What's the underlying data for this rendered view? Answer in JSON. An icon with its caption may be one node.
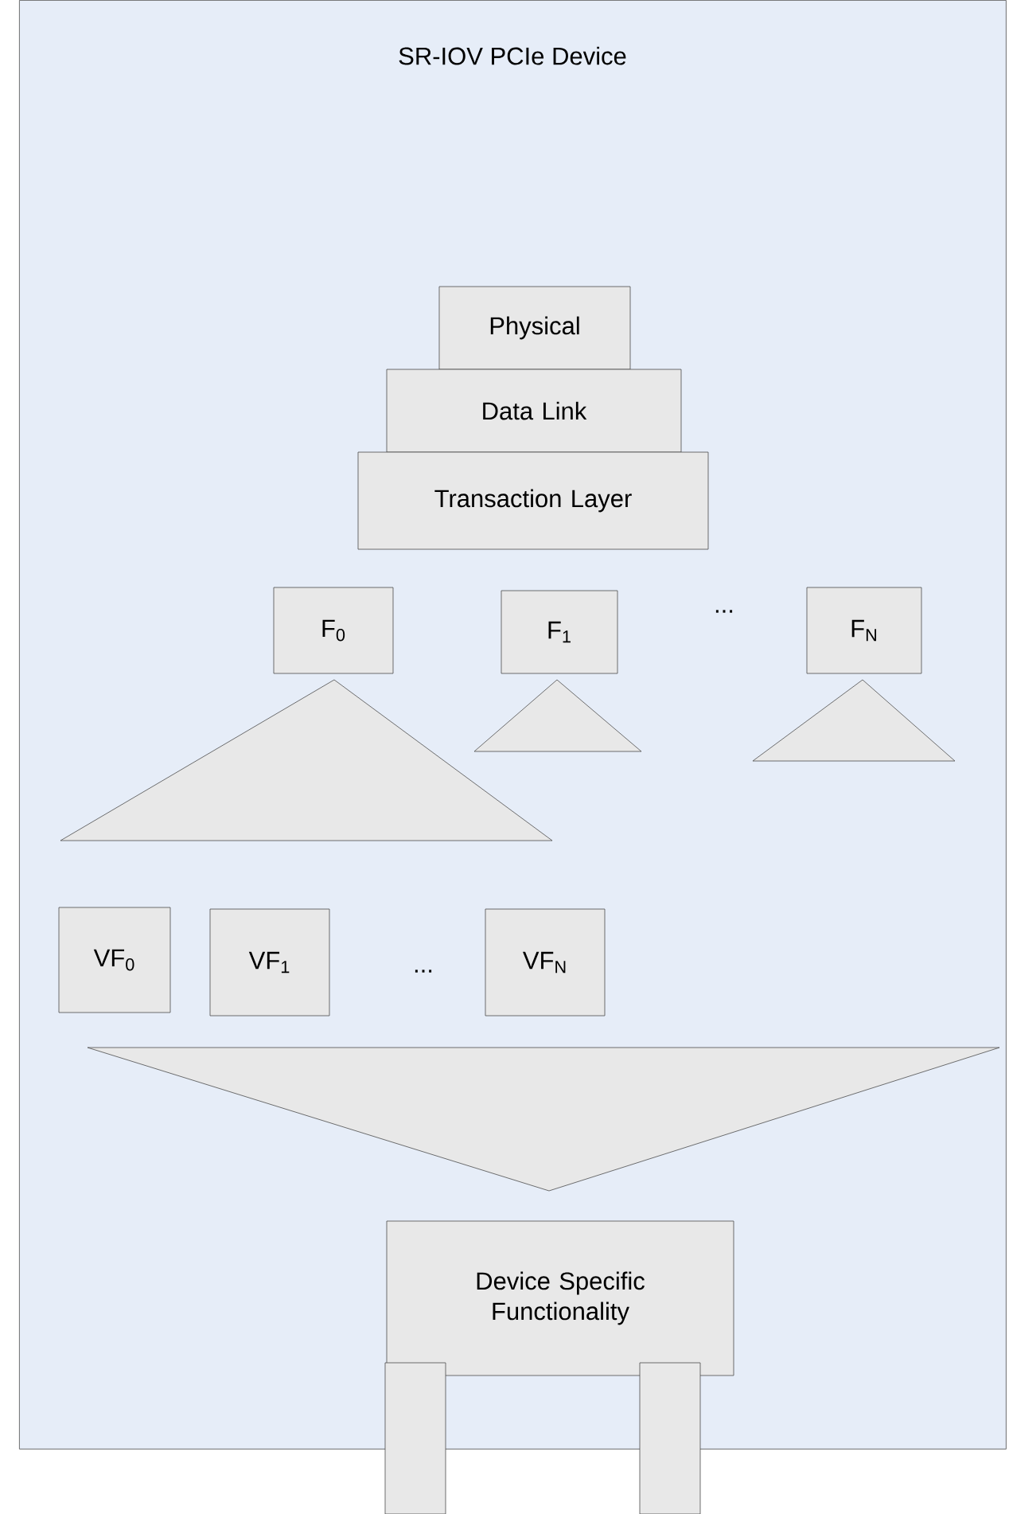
{
  "diagram": {
    "nodes": [
      {
        "text": [
          "SR-IOV PCIe Device"
        ]
      },
      {
        "text": [
          "Physical"
        ],
        "in": 0
      },
      {
        "text": [
          "Data Link"
        ],
        "in": 0
      },
      {
        "text": [
          "Transaction Layer"
        ],
        "in": 0
      },
      {
        "text": [
          "F$_{0}$"
        ],
        "in": 0
      },
      {
        "text": [
          "F$_{1}$"
        ],
        "in": 0
      },
      {
        "text": [
          "F$_{N}$"
        ],
        "in": 0
      },
      {
        "text": [],
        "shape": "triangle",
        "in": 0
      },
      {
        "text": [],
        "shape": "triangle",
        "in": 0
      },
      {
        "text": [],
        "shape": "triangle",
        "in": 0
      },
      {
        "text": [
          "VF$_{0}$"
        ],
        "in": 0
      },
      {
        "text": [
          "VF$_{1}$"
        ],
        "in": 0
      },
      {
        "text": [
          "VF$_{N}$"
        ],
        "in": 0
      },
      {
        "text": [],
        "shape": "triangle",
        "in": 0
      },
      {
        "text": [
          "Device Specific Functionality"
        ],
        "in": 0
      },
      {
        "text": [],
        "shape": "bar"
      },
      {
        "text": [],
        "shape": "bar"
      }
    ],
    "edges": [],
    "labels": [
      "...",
      "..."
    ]
  }
}
